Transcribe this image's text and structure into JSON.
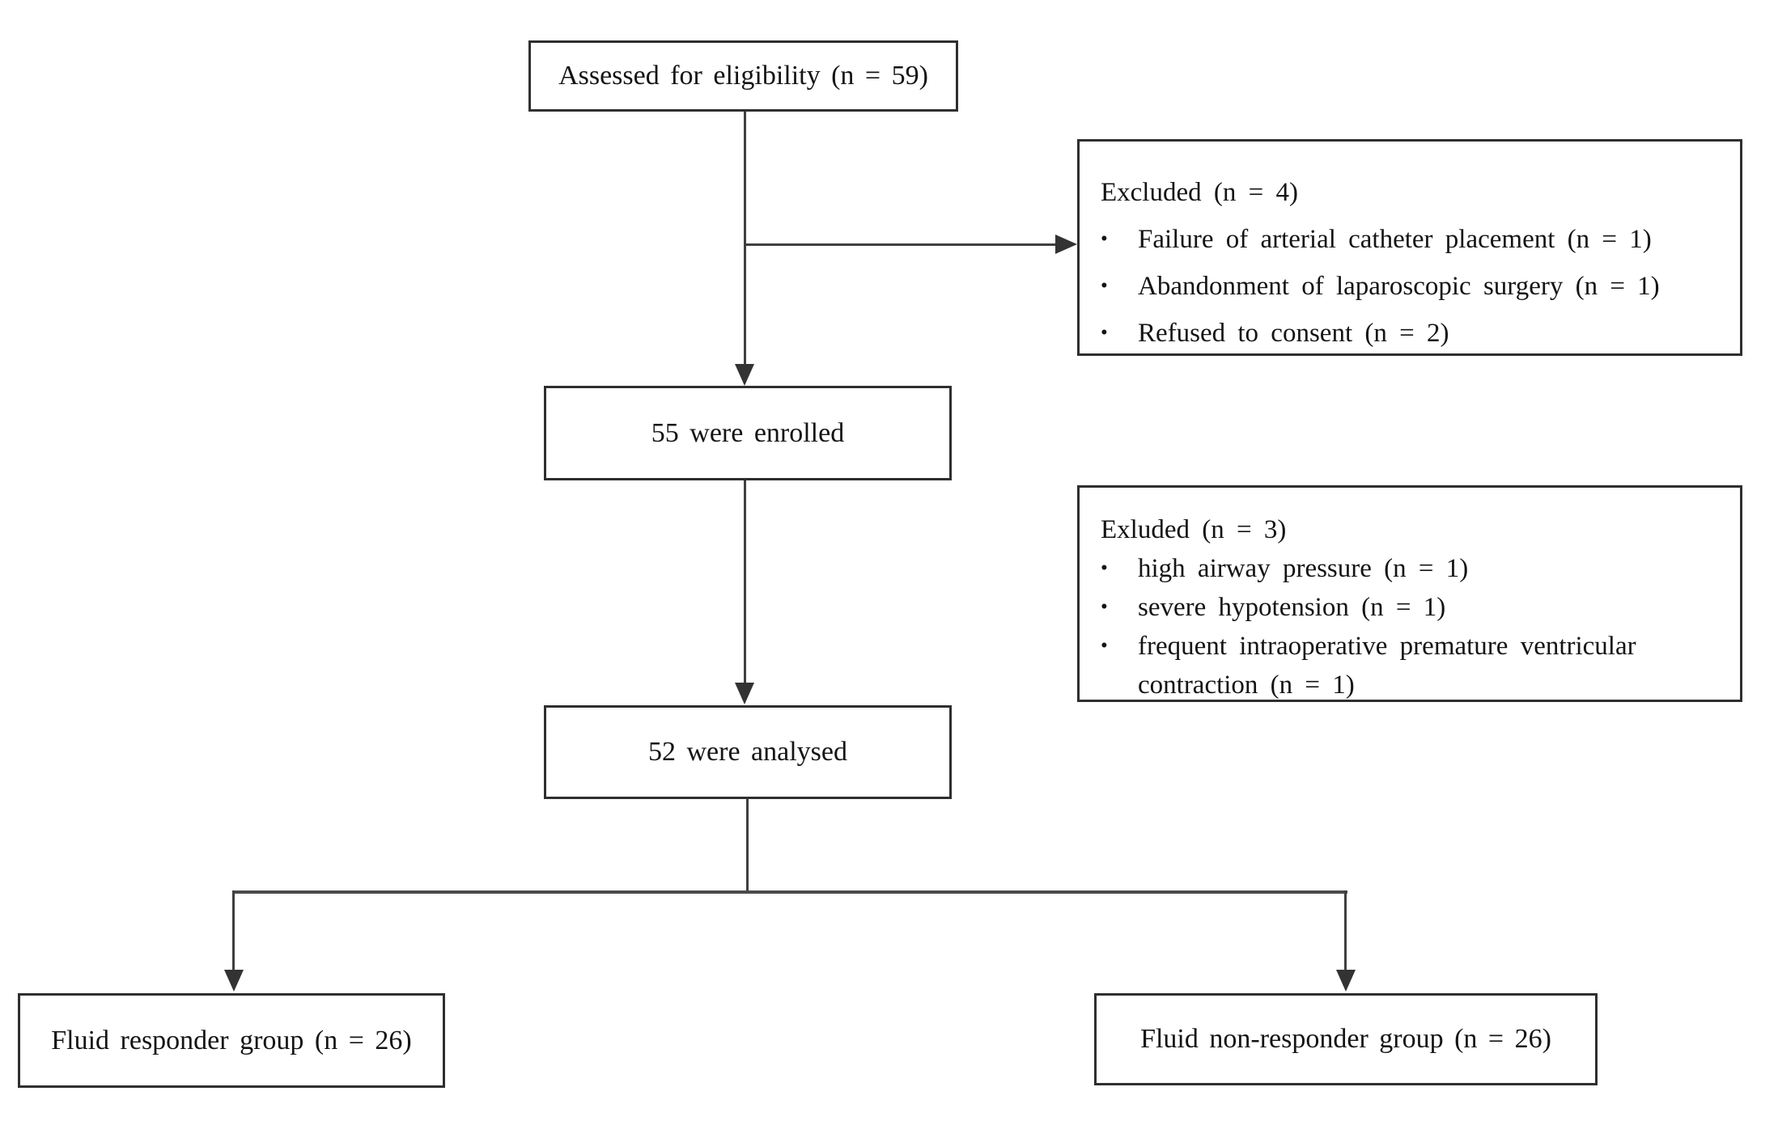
{
  "diagram": {
    "bullet": "•",
    "boxes": {
      "assessed": {
        "label": "Assessed for eligibility (n = 59)"
      },
      "excluded_top": {
        "title": "Excluded  (n = 4)",
        "items": [
          "Failure of arterial catheter placement (n = 1)",
          "Abandonment of laparoscopic surgery (n = 1)",
          "Refused to consent (n = 2)"
        ]
      },
      "enrolled": {
        "label": "55 were enrolled"
      },
      "excluded_mid": {
        "title": "Exluded (n = 3)",
        "items": [
          "high airway pressure (n = 1)",
          "severe hypotension (n = 1)",
          "frequent intraoperative premature ventricular contraction (n = 1)"
        ]
      },
      "analysed": {
        "label": "52 were analysed"
      },
      "responder": {
        "label": "Fluid responder group (n = 26)"
      },
      "non_responder": {
        "label": "Fluid non-responder group (n = 26)"
      }
    },
    "colors": {
      "background": "#ffffff",
      "box_border": "#2f2f2f",
      "line": "#3f3f3f",
      "text": "#141414"
    }
  }
}
